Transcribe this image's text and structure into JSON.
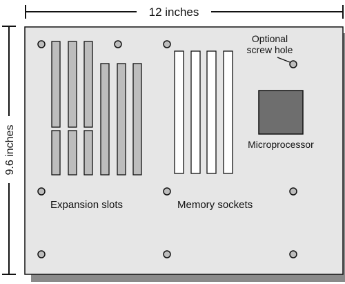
{
  "dimensions": {
    "width_label": "12 inches",
    "height_label": "9.6 inches"
  },
  "labels": {
    "expansion_slots": "Expansion slots",
    "memory_sockets": "Memory sockets",
    "microprocessor": "Microprocessor",
    "screw_hole_line1": "Optional",
    "screw_hole_line2": "screw hole"
  },
  "colors": {
    "board": "#e6e6e6",
    "board_shadow": "#8a8a8a",
    "outline": "#111111",
    "expansion_slot": "#bdbdbd",
    "memory_socket": "#ffffff",
    "microprocessor": "#6e6e6e",
    "screw_hole": "#bdbdbd"
  }
}
